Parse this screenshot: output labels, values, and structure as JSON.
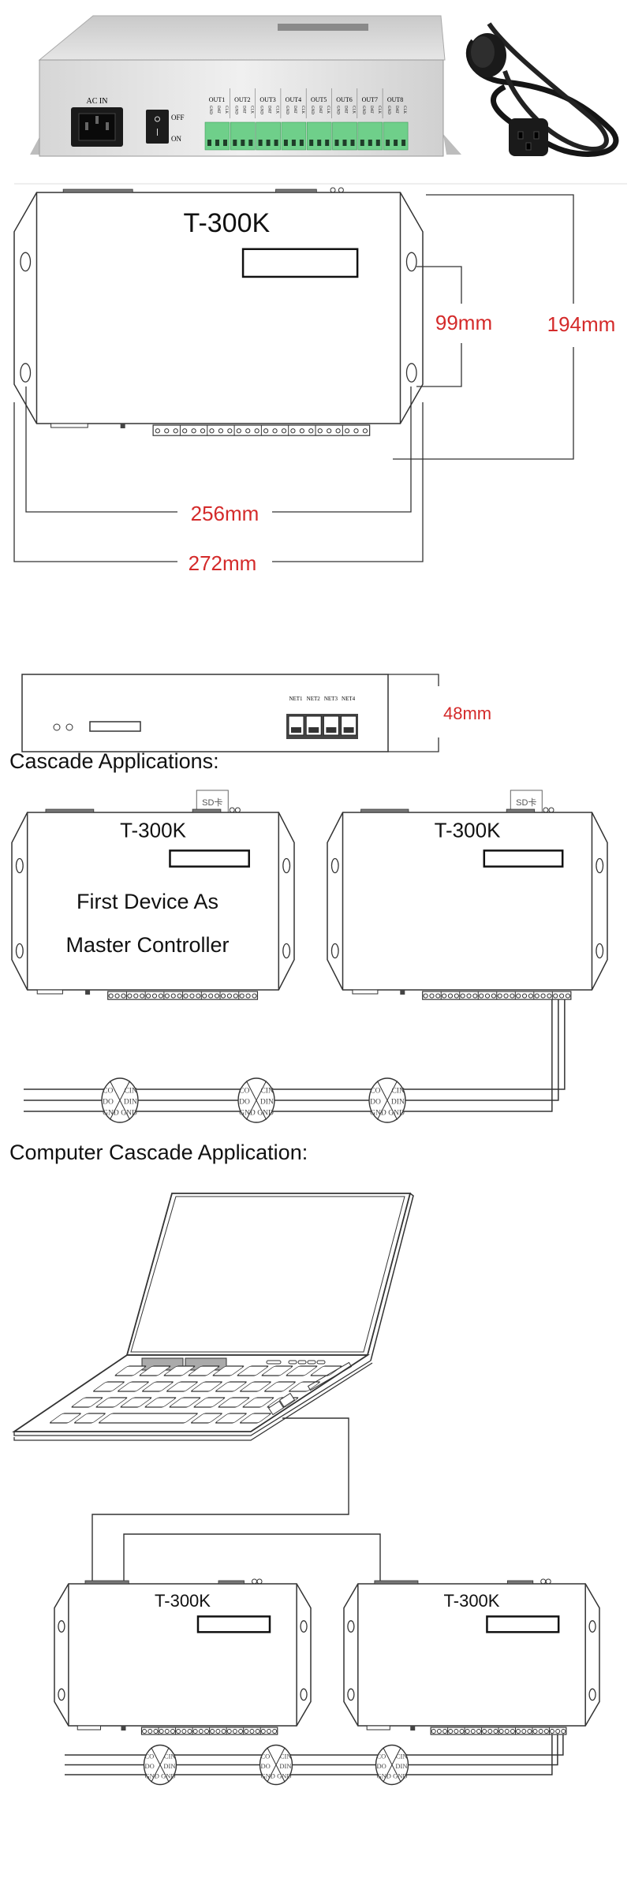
{
  "photo": {
    "ac_in": "AC IN",
    "switch_off": "OFF",
    "switch_on": "ON",
    "outputs": [
      "OUT1",
      "OUT2",
      "OUT3",
      "OUT4",
      "OUT5",
      "OUT6",
      "OUT7",
      "OUT8"
    ],
    "pins": [
      "GND",
      "DAT",
      "CLK"
    ]
  },
  "dimensions_diagram": {
    "model": "T-300K",
    "hole_spacing": "99mm",
    "height": "194mm",
    "hole_width": "256mm",
    "width": "272mm"
  },
  "side_view": {
    "ports": [
      "NET1",
      "NET2",
      "NET3",
      "NET4"
    ],
    "depth": "48mm"
  },
  "cascade": {
    "heading": "Cascade Applications:",
    "sd_label": "SD卡",
    "model": "T-300K",
    "master_line1": "First Device As",
    "master_line2": "Master Controller"
  },
  "led_pins": {
    "left": [
      "CO",
      "DO",
      "GND"
    ],
    "right": [
      "CIN",
      "DIN",
      "GND"
    ]
  },
  "computer": {
    "heading": "Computer Cascade Application:",
    "model": "T-300K"
  },
  "colors": {
    "dimension": "#d42a2a",
    "line": "#333333",
    "terminal_green": "#6fcf8a",
    "housing": "#d9d9d9"
  }
}
